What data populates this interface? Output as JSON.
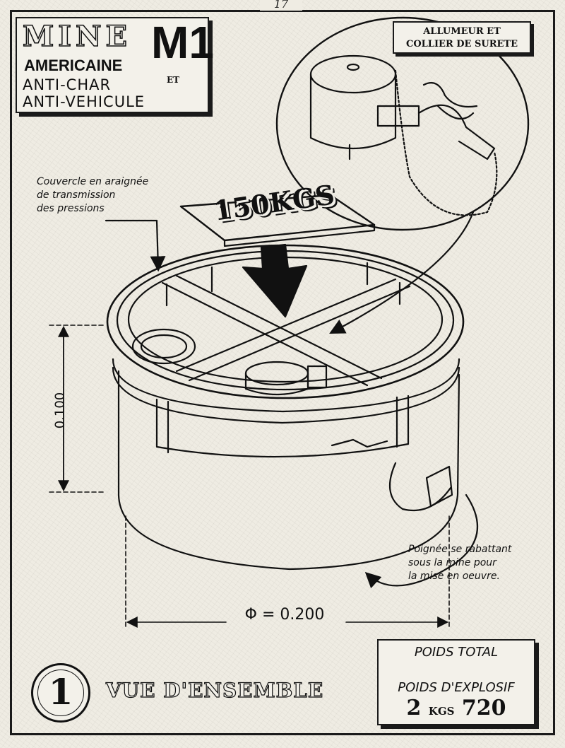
{
  "page_number": "17",
  "title": {
    "line1": "MINE",
    "model": "M1",
    "line2": "AMERICAINE",
    "line3": "ANTI-CHAR",
    "conjunction": "ET",
    "line4": "ANTI-VEHICULE"
  },
  "detail_label": {
    "line1": "ALLUMEUR ET",
    "line2": "COLLIER DE SURETE"
  },
  "labels": {
    "cover": [
      "Couvercle en araignée",
      "de transmission",
      "des pressions"
    ],
    "handle": [
      "Poignée se rabattant",
      "sous la mine pour",
      "la mise en oeuvre."
    ]
  },
  "load_weight": "150KGS",
  "dimensions": {
    "height": "0.100",
    "diameter": "Φ = 0.200"
  },
  "weights": {
    "total_label": "POIDS TOTAL",
    "explosive_label": "POIDS D'EXPLOSIF",
    "explosive_value_major": "2",
    "explosive_unit": "KGS",
    "explosive_value_minor": "720"
  },
  "view": {
    "number": "1",
    "caption": "VUE D'ENSEMBLE"
  }
}
